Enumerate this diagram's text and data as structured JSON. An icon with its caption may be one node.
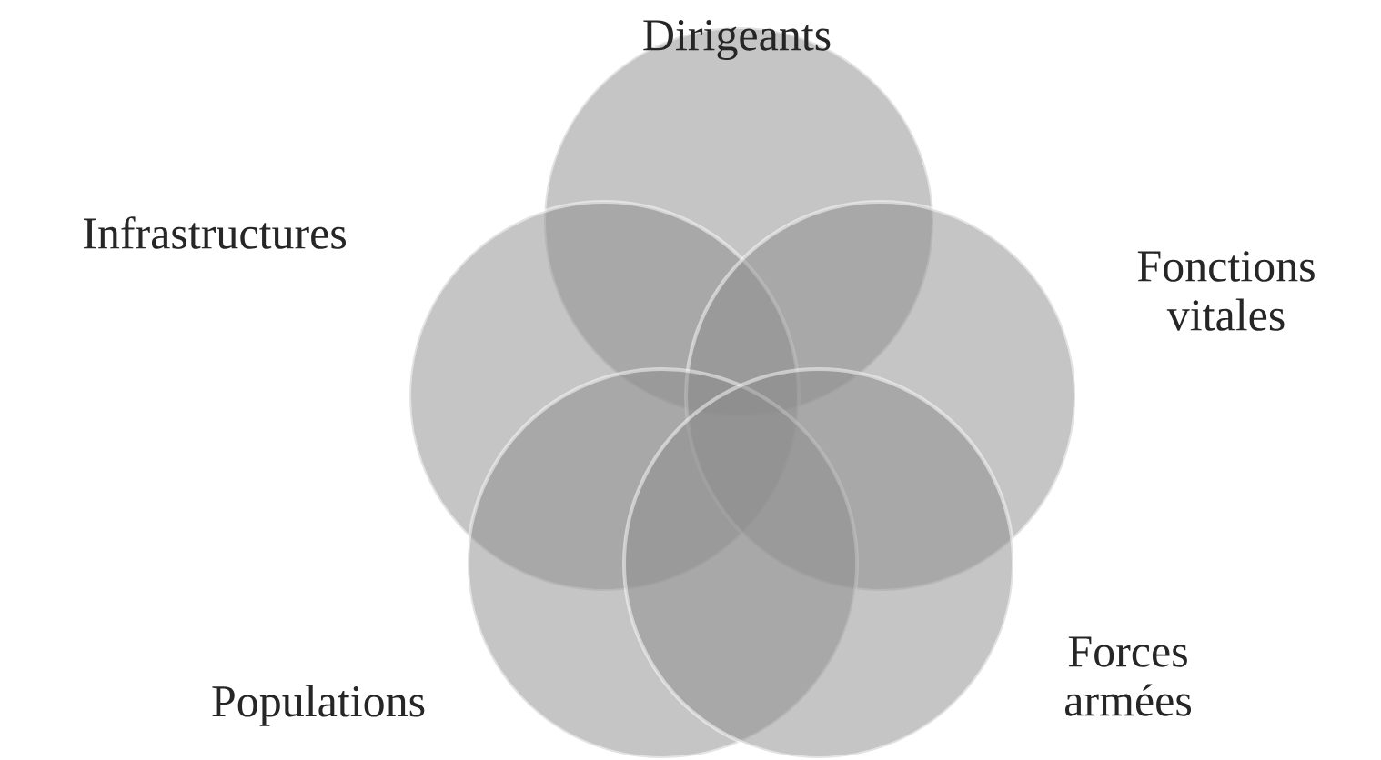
{
  "diagram": {
    "nodes": [
      {
        "text": [
          "Dirigeants"
        ]
      },
      {
        "text": [
          "Infrastructures"
        ]
      },
      {
        "text": [
          "Fonctions vitales"
        ]
      },
      {
        "text": [
          "Populations"
        ]
      },
      {
        "text": [
          "Forces armées"
        ]
      }
    ]
  }
}
